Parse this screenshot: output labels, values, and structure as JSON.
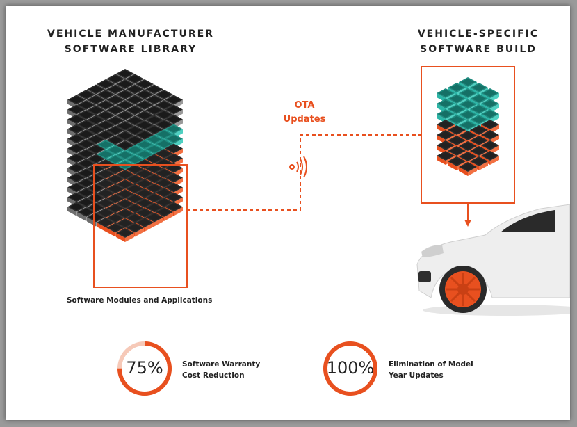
{
  "headings": {
    "library_line1": "VEHICLE MANUFACTURER",
    "library_line2": "SOFTWARE LIBRARY",
    "build_line1": "VEHICLE-SPECIFIC",
    "build_line2": "SOFTWARE BUILD"
  },
  "ota": {
    "line1": "OTA",
    "line2": "Updates"
  },
  "caption": "Software Modules and Applications",
  "stats": [
    {
      "value": "75%",
      "fraction": 0.75,
      "label_line1": "Software Warranty",
      "label_line2": "Cost Reduction"
    },
    {
      "value": "100%",
      "fraction": 1.0,
      "label_line1": "Elimination of Model",
      "label_line2": "Year Updates"
    }
  ],
  "colors": {
    "accent": "#e8501f",
    "teal": "#2bb5a6",
    "gray_block": "#555555",
    "ring_track": "#f6c9b8"
  },
  "icons": [
    "wifi-signal-icon",
    "arrow-down-icon",
    "car-image"
  ]
}
